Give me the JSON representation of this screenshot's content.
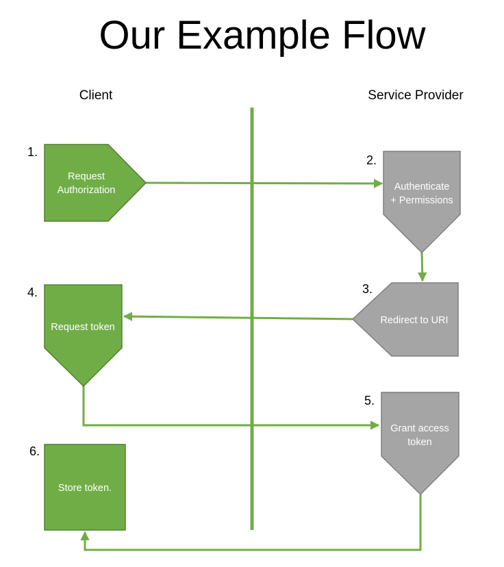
{
  "title": "Our Example Flow",
  "columns": {
    "left": "Client",
    "right": "Service Provider"
  },
  "colors": {
    "client_fill": "#70ad47",
    "client_stroke": "#507e32",
    "provider_fill": "#a5a5a5",
    "provider_stroke": "#7f7f7f",
    "connector": "#70ad47",
    "divider": "#70ad47"
  },
  "steps": [
    {
      "number": "1.",
      "side": "client",
      "shape": "pentagon-right",
      "lines": [
        "Request",
        "Authorization"
      ]
    },
    {
      "number": "2.",
      "side": "provider",
      "shape": "pentagon-down",
      "lines": [
        "Authenticate",
        "+ Permissions"
      ]
    },
    {
      "number": "3.",
      "side": "provider",
      "shape": "pentagon-left",
      "lines": [
        "Redirect to URI"
      ]
    },
    {
      "number": "4.",
      "side": "client",
      "shape": "pentagon-down",
      "lines": [
        "Request token"
      ]
    },
    {
      "number": "5.",
      "side": "provider",
      "shape": "pentagon-down",
      "lines": [
        "Grant access",
        "token"
      ]
    },
    {
      "number": "6.",
      "side": "client",
      "shape": "rectangle",
      "lines": [
        "Store token."
      ]
    }
  ],
  "connections": [
    {
      "from": "1.",
      "to": "2."
    },
    {
      "from": "2.",
      "to": "3."
    },
    {
      "from": "3.",
      "to": "4."
    },
    {
      "from": "4.",
      "to": "5."
    },
    {
      "from": "5.",
      "to": "6."
    }
  ]
}
